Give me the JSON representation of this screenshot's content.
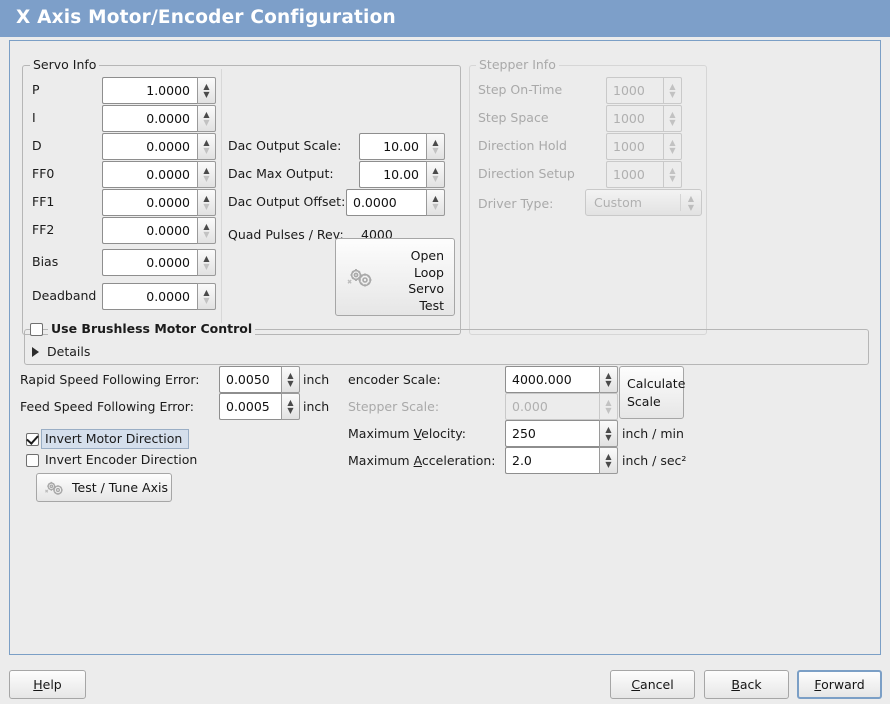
{
  "window": {
    "title": "X Axis Motor/Encoder Configuration",
    "accent": "#7d9fc9",
    "panel_border": "#7b9fc6",
    "bg": "#ececec"
  },
  "servo": {
    "group_label": "Servo Info",
    "rows": [
      {
        "label": "P",
        "value": "1.0000"
      },
      {
        "label": "I",
        "value": "0.0000"
      },
      {
        "label": "D",
        "value": "0.0000"
      },
      {
        "label": "FF0",
        "value": "0.0000"
      },
      {
        "label": "FF1",
        "value": "0.0000"
      },
      {
        "label": "FF2",
        "value": "0.0000"
      },
      {
        "label": "Bias",
        "value": "0.0000"
      },
      {
        "label": "Deadband",
        "value": "0.0000"
      }
    ],
    "dac": [
      {
        "label": "Dac Output Scale:",
        "value": "10.00"
      },
      {
        "label": "Dac Max Output:",
        "value": "10.00"
      },
      {
        "label": "Dac Output Offset:",
        "value": "0.0000"
      }
    ],
    "quad_label": "Quad Pulses / Rev:",
    "quad_value": "4000",
    "open_loop_button": [
      "Open",
      "Loop",
      "Servo",
      "Test"
    ]
  },
  "stepper": {
    "group_label": "Stepper Info",
    "disabled": true,
    "rows": [
      {
        "label": "Step On-Time",
        "value": "1000"
      },
      {
        "label": "Step Space",
        "value": "1000"
      },
      {
        "label": "Direction Hold",
        "value": "1000"
      },
      {
        "label": "Direction Setup",
        "value": "1000"
      }
    ],
    "driver_type_label": "Driver Type:",
    "driver_type_value": "Custom"
  },
  "brushless": {
    "checkbox_label": "Use Brushless Motor Control",
    "checked": false,
    "details_label": "Details",
    "details_expanded": false
  },
  "errors": {
    "rapid_label": "Rapid Speed Following Error:",
    "rapid_value": "0.0050",
    "rapid_unit": "inch",
    "feed_label": "Feed Speed Following Error:",
    "feed_value": "0.0005",
    "feed_unit": "inch",
    "invert_motor_label": "Invert Motor Direction",
    "invert_motor_checked": true,
    "invert_encoder_label": "Invert Encoder Direction",
    "invert_encoder_checked": false,
    "test_tune_label": "Test / Tune Axis"
  },
  "scales": {
    "encoder_label": "encoder Scale:",
    "encoder_value": "4000.000",
    "stepper_label": "Stepper Scale:",
    "stepper_value": "0.000",
    "stepper_disabled": true,
    "calculate_button": [
      "Calculate",
      "Scale"
    ],
    "max_velocity_label_pre": "Maximum ",
    "max_velocity_label_key": "V",
    "max_velocity_label_post": "elocity:",
    "max_velocity_value": "250",
    "max_velocity_unit": "inch / min",
    "max_accel_label_pre": "Maximum ",
    "max_accel_label_key": "A",
    "max_accel_label_post": "cceleration:",
    "max_accel_value": "2.0",
    "max_accel_unit": "inch / sec²"
  },
  "footer": {
    "help": {
      "pre": "",
      "key": "H",
      "post": "elp"
    },
    "cancel": {
      "pre": "",
      "key": "C",
      "post": "ancel"
    },
    "back": {
      "pre": "",
      "key": "B",
      "post": "ack"
    },
    "forward": {
      "pre": "",
      "key": "F",
      "post": "orward",
      "focused": true
    }
  }
}
